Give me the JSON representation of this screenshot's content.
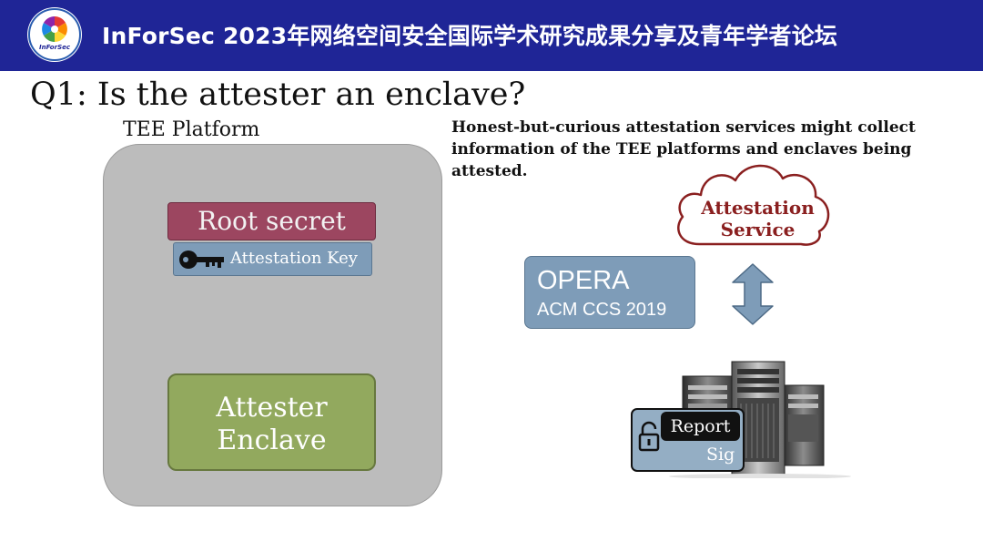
{
  "header": {
    "title": "InForSec 2023年网络空间安全国际学术研究成果分享及青年学者论坛",
    "logo_text": "InForSec",
    "bg_color": "#1f2596"
  },
  "slide": {
    "title": "Q1: Is the attester an enclave?"
  },
  "platform": {
    "label": "TEE Platform",
    "root_secret": "Root secret",
    "attestation_key": "Attestation Key",
    "enclave_line1": "Attester",
    "enclave_line2": "Enclave"
  },
  "note": "Honest-but-curious attestation services might collect information of the TEE platforms and enclaves being attested.",
  "cloud": {
    "line1": "Attestation",
    "line2": "Service",
    "color": "#8a1f1f"
  },
  "opera": {
    "name": "OPERA",
    "venue": "ACM CCS 2019"
  },
  "report": {
    "label": "Report",
    "sig": "Sig"
  },
  "icons": {
    "key": "key-icon",
    "lock": "lock-icon",
    "arrow": "double-arrow-vertical-icon",
    "servers": "server-tower-icon",
    "cloud": "cloud-icon"
  }
}
